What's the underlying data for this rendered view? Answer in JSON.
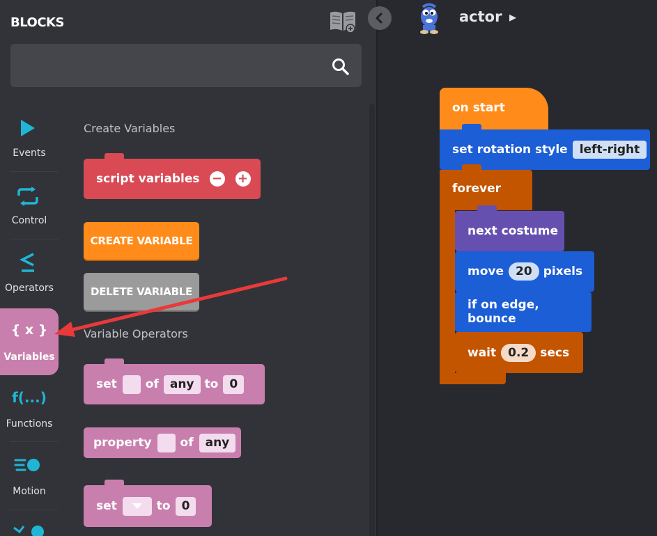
{
  "sidebar": {
    "title": "BLOCKS",
    "search_placeholder": "",
    "categories": [
      {
        "label": "Events",
        "icon": "play-icon",
        "color": "#1fb6d6"
      },
      {
        "label": "Control",
        "icon": "loop-icon",
        "color": "#1fb6d6"
      },
      {
        "label": "Operators",
        "icon": "less-equal-icon",
        "color": "#1fb6d6"
      },
      {
        "label": "Variables",
        "icon": "variable-braces-icon",
        "glyph": "{ x }",
        "selected": true
      },
      {
        "label": "Functions",
        "icon": "function-icon",
        "glyph": "f(...)",
        "color": "#1fb6d6"
      },
      {
        "label": "Motion",
        "icon": "motion-icon",
        "color": "#1fb6d6"
      }
    ]
  },
  "palette": {
    "create_variables_title": "Create Variables",
    "script_variables_label": "script variables",
    "minus_glyph": "−",
    "plus_glyph": "+",
    "create_variable_button": "CREATE VARIABLE",
    "delete_variable_button": "DELETE VARIABLE",
    "variable_operators_title": "Variable Operators",
    "set_block": {
      "label": "set",
      "of": "of",
      "any": "any",
      "to": "to",
      "value": "0"
    },
    "property_block": {
      "label": "property",
      "of": "of",
      "any": "any"
    },
    "set_dropdown_block": {
      "label": "set",
      "to": "to",
      "value": "0"
    }
  },
  "header": {
    "actor_label": "actor",
    "actor_arrow": "▸"
  },
  "script": {
    "on_start": "on start",
    "set_rotation_style": "set rotation style",
    "rotation_value": "left-right",
    "forever": "forever",
    "next_costume": "next costume",
    "move": "move",
    "move_value": "20",
    "pixels": "pixels",
    "if_on_edge": "if on edge, bounce",
    "wait": "wait",
    "wait_value": "0.2",
    "secs": "secs"
  },
  "colors": {
    "panel": "#323338",
    "canvas": "#28292e",
    "events_orange": "#ff8c1a",
    "motion_blue": "#1c5ed6",
    "control_orange": "#c35400",
    "looks_purple": "#6550b0",
    "variables_pink": "#c97fae",
    "script_var_red": "#d94a55",
    "annotation_red": "#e83a3a"
  }
}
